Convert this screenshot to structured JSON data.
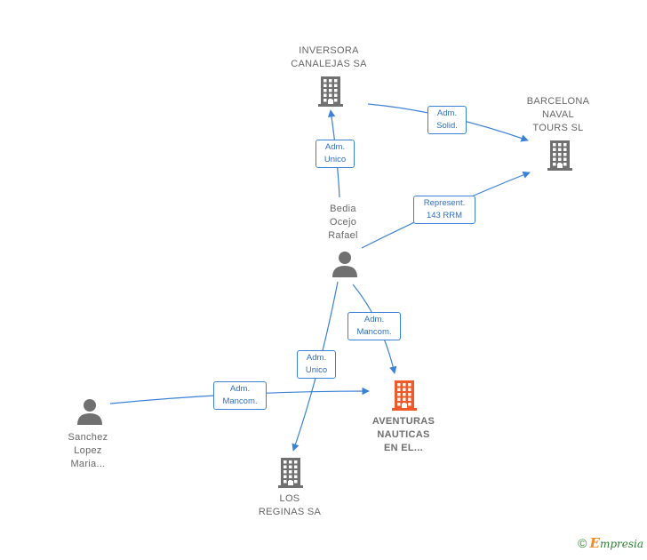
{
  "colors": {
    "edge": "#3b82d6",
    "node": "#707070",
    "highlight": "#f05a28"
  },
  "nodes": [
    {
      "id": "inversora",
      "type": "company",
      "label": [
        "INVERSORA",
        "CANALEJAS SA"
      ]
    },
    {
      "id": "barcelona",
      "type": "company",
      "label": [
        "BARCELONA",
        "NAVAL",
        "TOURS SL"
      ]
    },
    {
      "id": "bedia",
      "type": "person",
      "label": [
        "Bedia",
        "Ocejo",
        "Rafael"
      ]
    },
    {
      "id": "aventuras",
      "type": "company",
      "highlight": true,
      "label": [
        "AVENTURAS",
        "NAUTICAS",
        "EN EL..."
      ]
    },
    {
      "id": "sanchez",
      "type": "person",
      "label": [
        "Sanchez",
        "Lopez",
        "Maria..."
      ]
    },
    {
      "id": "reginas",
      "type": "company",
      "label": [
        "LOS",
        "REGINAS SA"
      ]
    }
  ],
  "edges": [
    {
      "id": "e1",
      "from": "inversora",
      "to": "barcelona",
      "label": [
        "Adm.",
        "Solid."
      ]
    },
    {
      "id": "e2",
      "from": "bedia",
      "to": "inversora",
      "label": [
        "Adm.",
        "Unico"
      ]
    },
    {
      "id": "e3",
      "from": "bedia",
      "to": "barcelona",
      "label": [
        "Represent.",
        "143 RRM"
      ]
    },
    {
      "id": "e4",
      "from": "bedia",
      "to": "aventuras",
      "label": [
        "Adm.",
        "Mancom."
      ]
    },
    {
      "id": "e5",
      "from": "bedia",
      "to": "reginas",
      "label": [
        "Adm.",
        "Unico"
      ]
    },
    {
      "id": "e6",
      "from": "sanchez",
      "to": "aventuras",
      "label": [
        "Adm.",
        "Mancom."
      ]
    }
  ],
  "footer": {
    "copyright": "©",
    "brand_initial": "E",
    "brand_rest": "mpresia"
  }
}
